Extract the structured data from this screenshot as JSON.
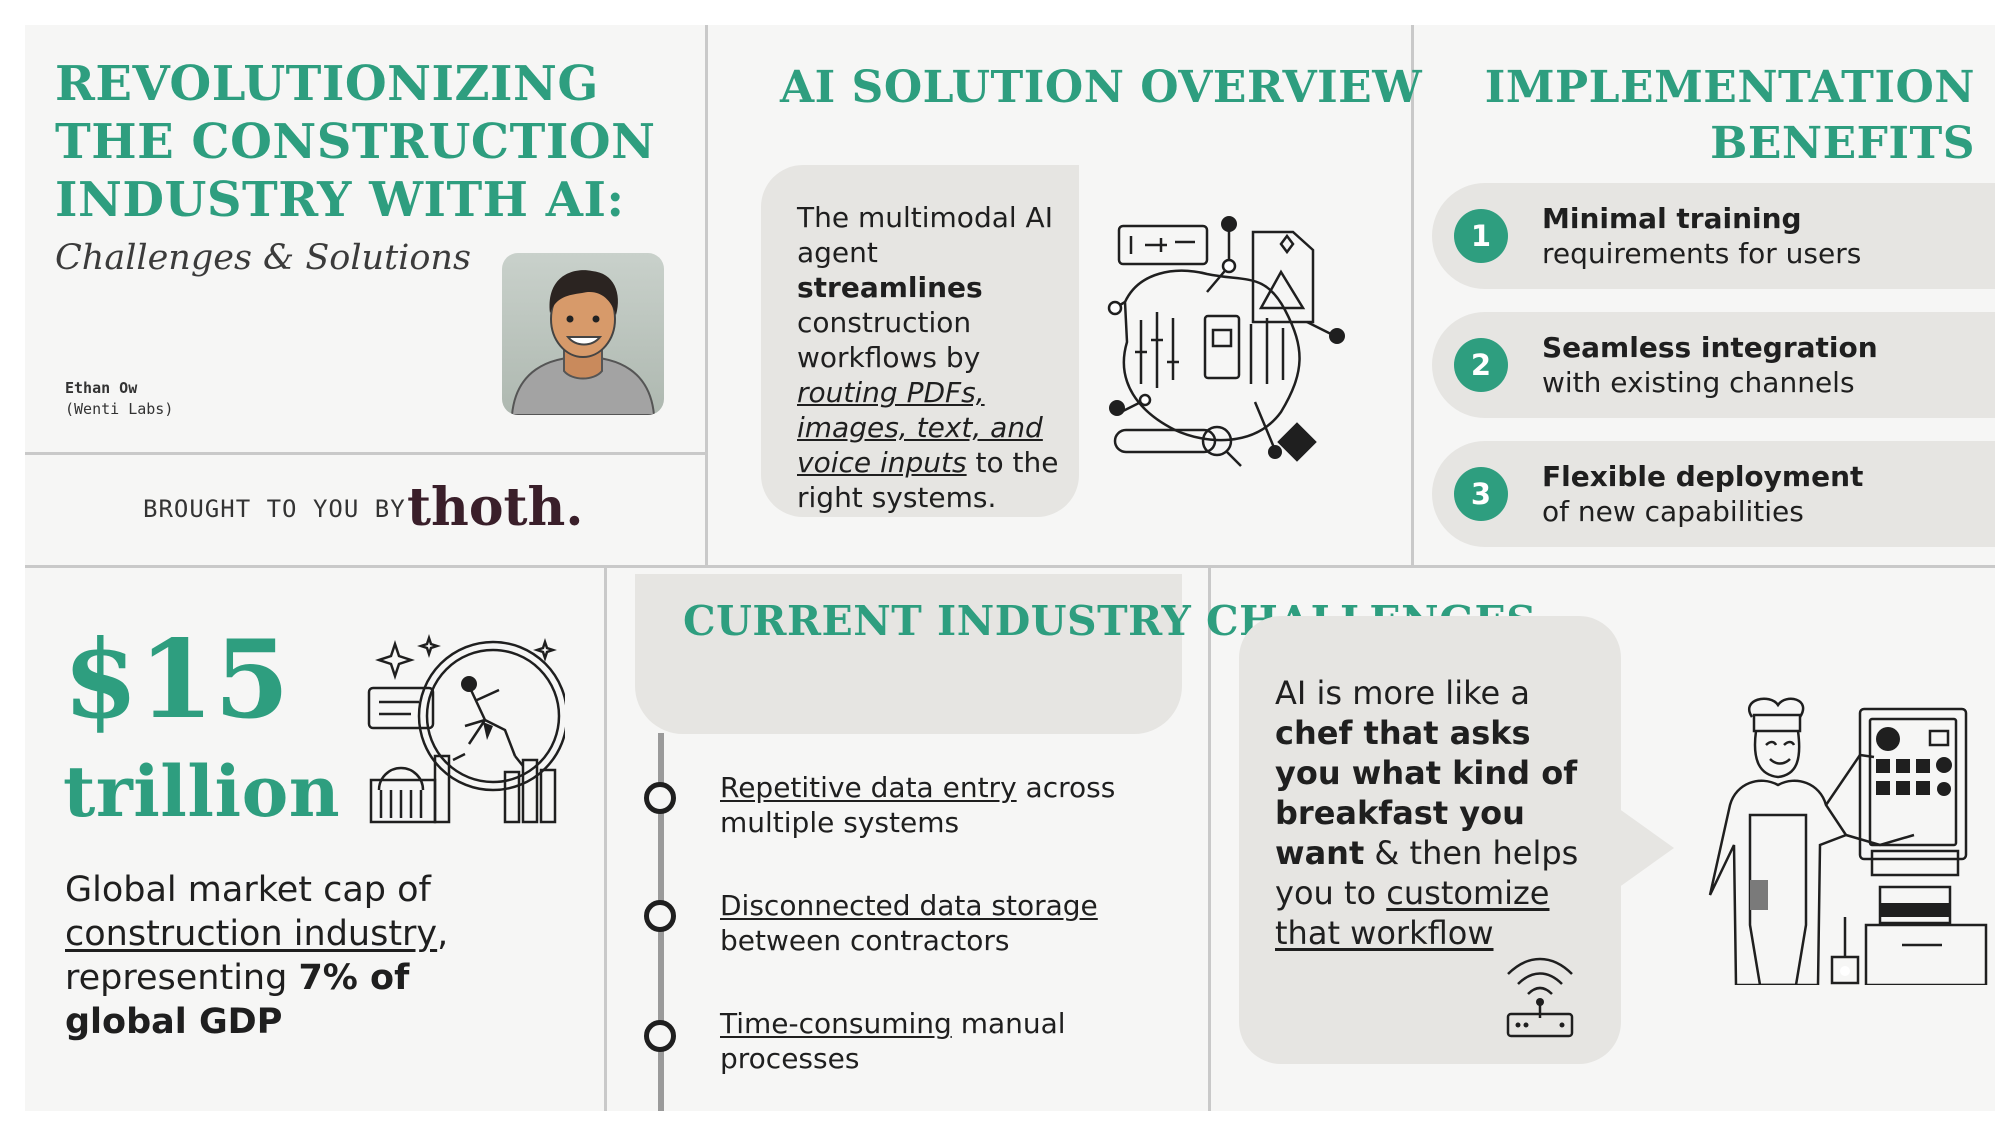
{
  "intro": {
    "title": "REVOLUTIONIZING THE CONSTRUCTION INDUSTRY WITH AI:",
    "subtitle": "Challenges & Solutions",
    "author_name": "Ethan Ow",
    "author_org": "(Wenti Labs)",
    "brought_by": "BROUGHT TO YOU BY",
    "logo": "thoth."
  },
  "overview": {
    "title": "AI SOLUTION OVERVIEW",
    "text_1": "The multimodal AI agent ",
    "text_bold": "streamlines",
    "text_2": " construction workflows by ",
    "text_link": "routing PDFs, images, text, and voice inputs",
    "text_3": " to the right systems."
  },
  "benefits": {
    "title": "IMPLEMENTATION BENEFITS",
    "items": [
      {
        "number": "1",
        "bold": "Minimal training",
        "text": "requirements for users"
      },
      {
        "number": "2",
        "bold": "Seamless integration",
        "text": "with existing channels"
      },
      {
        "number": "3",
        "bold": "Flexible deployment",
        "text": "of new capabilities"
      }
    ]
  },
  "market": {
    "amount": "$15",
    "unit": "trillion",
    "desc_1": "Global market cap of ",
    "desc_link": "construction industry",
    "desc_2": ", representing ",
    "desc_bold": "7% of global GDP"
  },
  "challenges": {
    "title": "CURRENT INDUSTRY CHALLENGES",
    "items": [
      {
        "link": "Repetitive data entry",
        "rest": " across multiple systems"
      },
      {
        "link": "Disconnected data storage",
        "rest": " between contractors"
      },
      {
        "link": "Time-consuming",
        "rest": " manual processes"
      }
    ]
  },
  "chef": {
    "text_1": "AI is more like a ",
    "text_bold": "chef that asks you what kind of breakfast you want",
    "text_2": " & then helps you to ",
    "text_link": "customize that workflow"
  },
  "colors": {
    "accent": "#2e9e7f",
    "panel": "#f6f6f5",
    "bubble": "#e6e5e2",
    "logo": "#3a1f2a"
  }
}
